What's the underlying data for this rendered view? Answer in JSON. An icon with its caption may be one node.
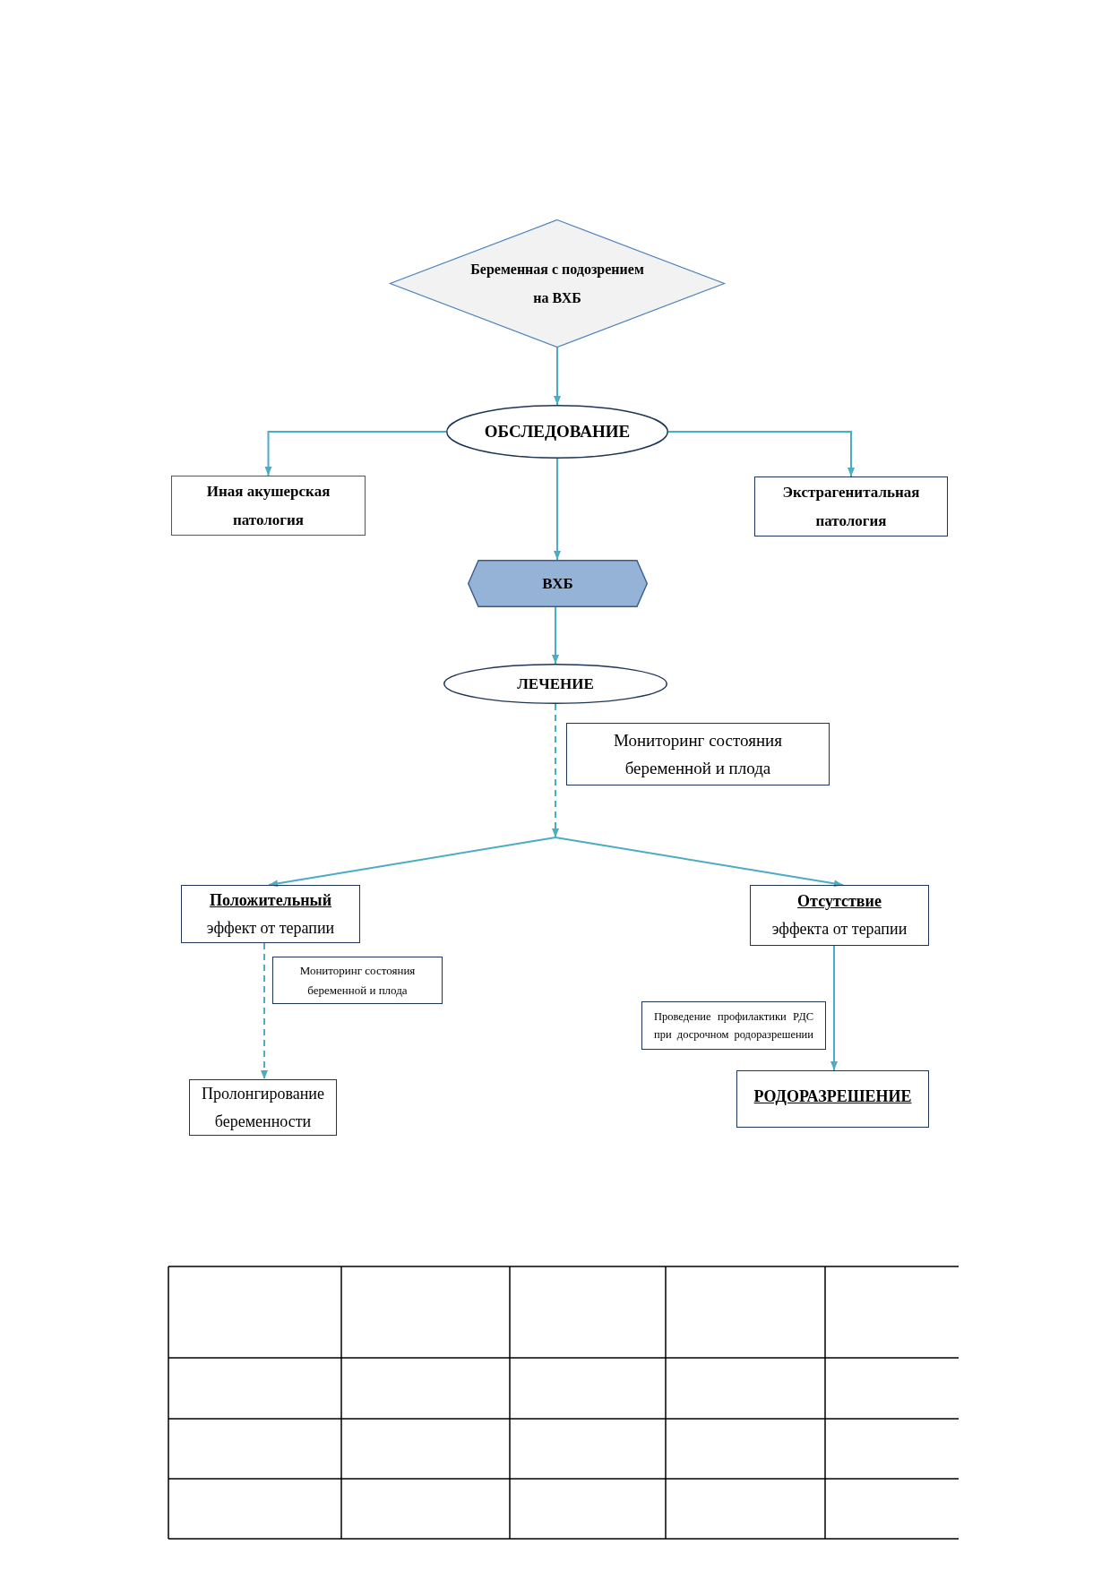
{
  "diagram": {
    "nodes": [
      {
        "text": [
          "Беременная с подозрением на ВХБ"
        ]
      },
      {
        "text": [
          "ОБСЛЕДОВАНИЕ"
        ]
      },
      {
        "text": [
          "Иная акушерская патология"
        ]
      },
      {
        "text": [
          "Экстрагенитальная патология"
        ]
      },
      {
        "text": [
          "ВХБ"
        ]
      },
      {
        "text": [
          "ЛЕЧЕНИЕ"
        ]
      },
      {
        "text": [
          "Мониторинг состояния беременной и плода"
        ]
      },
      {
        "text": [
          "Положительный",
          "эффект от терапии"
        ]
      },
      {
        "text": [
          "Отсутствие",
          "эффекта от терапии"
        ]
      },
      {
        "text": [
          "Мониторинг состояния беременной и плода"
        ]
      },
      {
        "text": [
          "Проведение профилактики РДС при досрочном родоразрешении"
        ]
      },
      {
        "text": [
          "Пролонгирование беременности"
        ]
      },
      {
        "text": [
          "РОДОРАЗРЕШЕНИЕ"
        ]
      }
    ],
    "edges": [
      {
        "from": 0,
        "to": 1,
        "arrow": "to"
      },
      {
        "from": 1,
        "to": 2,
        "arrow": "to"
      },
      {
        "from": 1,
        "to": 3,
        "arrow": "to"
      },
      {
        "from": 1,
        "to": 4,
        "arrow": "to"
      },
      {
        "from": 4,
        "to": 5,
        "arrow": "to"
      },
      {
        "from": 5,
        "to": 7,
        "arrow": "to"
      },
      {
        "from": 5,
        "to": 8,
        "arrow": "to"
      },
      {
        "from": 7,
        "to": 11,
        "arrow": "to",
        "style": "dashed"
      },
      {
        "from": 8,
        "to": 12,
        "arrow": "to"
      }
    ]
  }
}
